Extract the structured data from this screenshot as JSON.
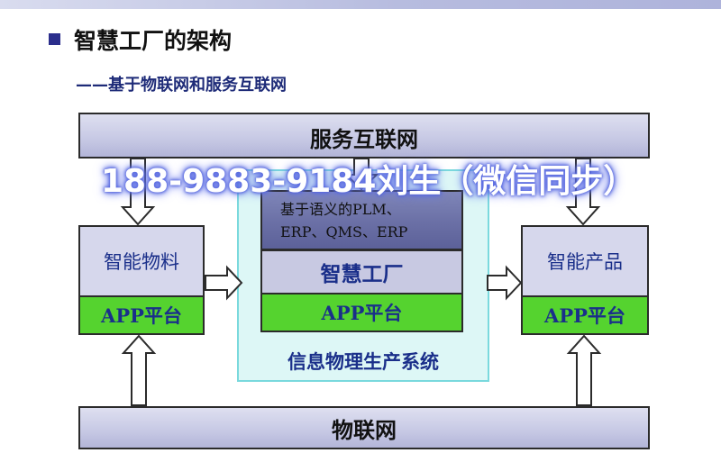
{
  "slide": {
    "title": "智慧工厂的架构",
    "subtitle": "——基于物联网和服务互联网"
  },
  "diagram": {
    "service_internet": "服务互联网",
    "internet_of_things": "物联网",
    "cps_label": "信息物理生产系统",
    "semantic_line1": "基于语义的PLM、",
    "semantic_line2": "ERP、QMS、ERP",
    "smart_factory": "智慧工厂",
    "smart_material": "智能物料",
    "smart_product": "智能产品",
    "app_platform": "APP平台"
  },
  "watermark": "188-9883-9184刘生（微信同步）"
}
